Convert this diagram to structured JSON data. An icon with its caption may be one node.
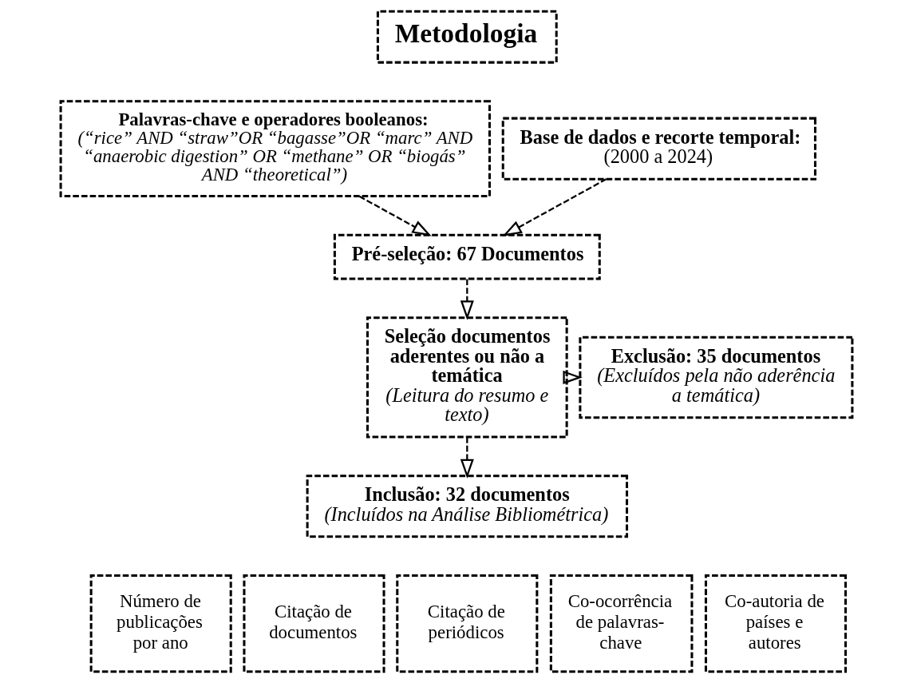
{
  "diagram": {
    "nodes": [
      {
        "text": [
          "Metodologia"
        ]
      },
      {
        "text": [
          "Palavras-chave e operadores booleanos:",
          "(“rice” AND “straw”OR “bagasse”OR “marc” AND “anaerobic digestion” OR “methane” OR “biogás” AND “theoretical”)"
        ]
      },
      {
        "text": [
          "Base de dados e recorte temporal:",
          "(2000 a 2024)"
        ]
      },
      {
        "text": [
          "Pré-seleção: 67 Documentos"
        ]
      },
      {
        "text": [
          "Seleção documentos aderentes ou não a temática",
          "(Leitura do resumo e texto)"
        ]
      },
      {
        "text": [
          "Exclusão: 35 documentos",
          "(Excluídos pela não aderência a temática)"
        ]
      },
      {
        "text": [
          "Inclusão: 32 documentos",
          "(Incluídos na Análise Bibliométrica)"
        ]
      },
      {
        "text": [
          "Número de publicações por ano"
        ]
      },
      {
        "text": [
          "Citação de documentos"
        ]
      },
      {
        "text": [
          "Citação de periódicos"
        ]
      },
      {
        "text": [
          "Co-ocorrência de palavras-chave"
        ]
      },
      {
        "text": [
          "Co-autoria de países e autores"
        ]
      }
    ],
    "edges": [
      {
        "from": 1,
        "to": 3,
        "arrow": "to",
        "style": "dashed"
      },
      {
        "from": 2,
        "to": 3,
        "arrow": "to",
        "style": "dashed"
      },
      {
        "from": 3,
        "to": 4,
        "arrow": "to",
        "style": "dashed"
      },
      {
        "from": 4,
        "to": 5,
        "arrow": "to",
        "style": "dashed"
      },
      {
        "from": 4,
        "to": 6,
        "arrow": "to",
        "style": "dashed"
      }
    ]
  }
}
